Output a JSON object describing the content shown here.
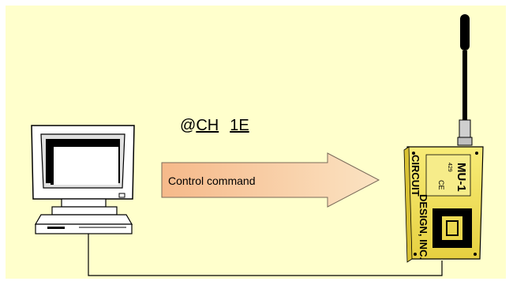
{
  "diagram": {
    "command_prefix": "@",
    "command_name": "CH",
    "command_value": "1E",
    "arrow_label": "Control command",
    "module": {
      "model": "MU-1",
      "sub_model": "429",
      "brand_line1": "CIRCUIT",
      "brand_line2": "DESIGN, INC.",
      "ce_mark": "CE"
    }
  },
  "colors": {
    "background": "#ffffcc",
    "arrow_fill": "#f6c49a",
    "module_body": "#f2e35a"
  },
  "icons": [
    "computer-icon",
    "radio-module-icon",
    "antenna-icon"
  ]
}
